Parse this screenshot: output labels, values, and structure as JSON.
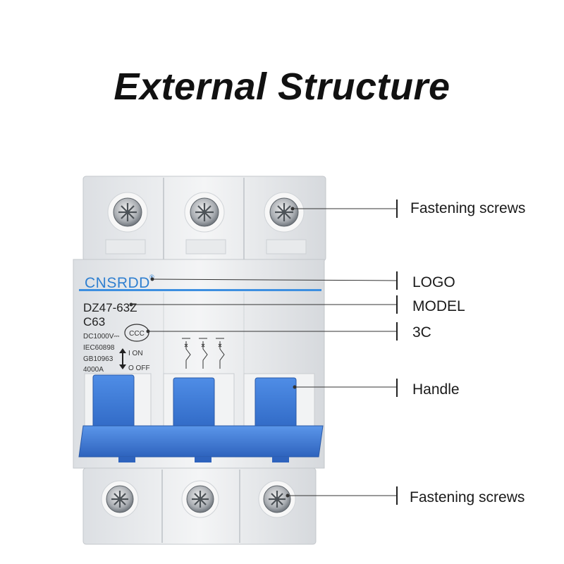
{
  "title": "External Structure",
  "breaker": {
    "brand": "CNSRDD",
    "brand_mark": "®",
    "model": "DZ47-63Z",
    "rating": "C63",
    "specs": [
      "DC1000V⎓",
      "IEC60898",
      "GB10963",
      "4000A"
    ],
    "cert_mark": "CCC",
    "on_label": "I  ON",
    "off_label": "O OFF",
    "colors": {
      "body": "#eceef0",
      "handle": "#3a78d6",
      "brand": "#2f7fd0",
      "stripe": "#3d8fe0"
    }
  },
  "callouts": [
    {
      "label": "Fastening screws"
    },
    {
      "label": "LOGO"
    },
    {
      "label": "MODEL"
    },
    {
      "label": "3C"
    },
    {
      "label": "Handle"
    },
    {
      "label": "Fastening screws"
    }
  ]
}
